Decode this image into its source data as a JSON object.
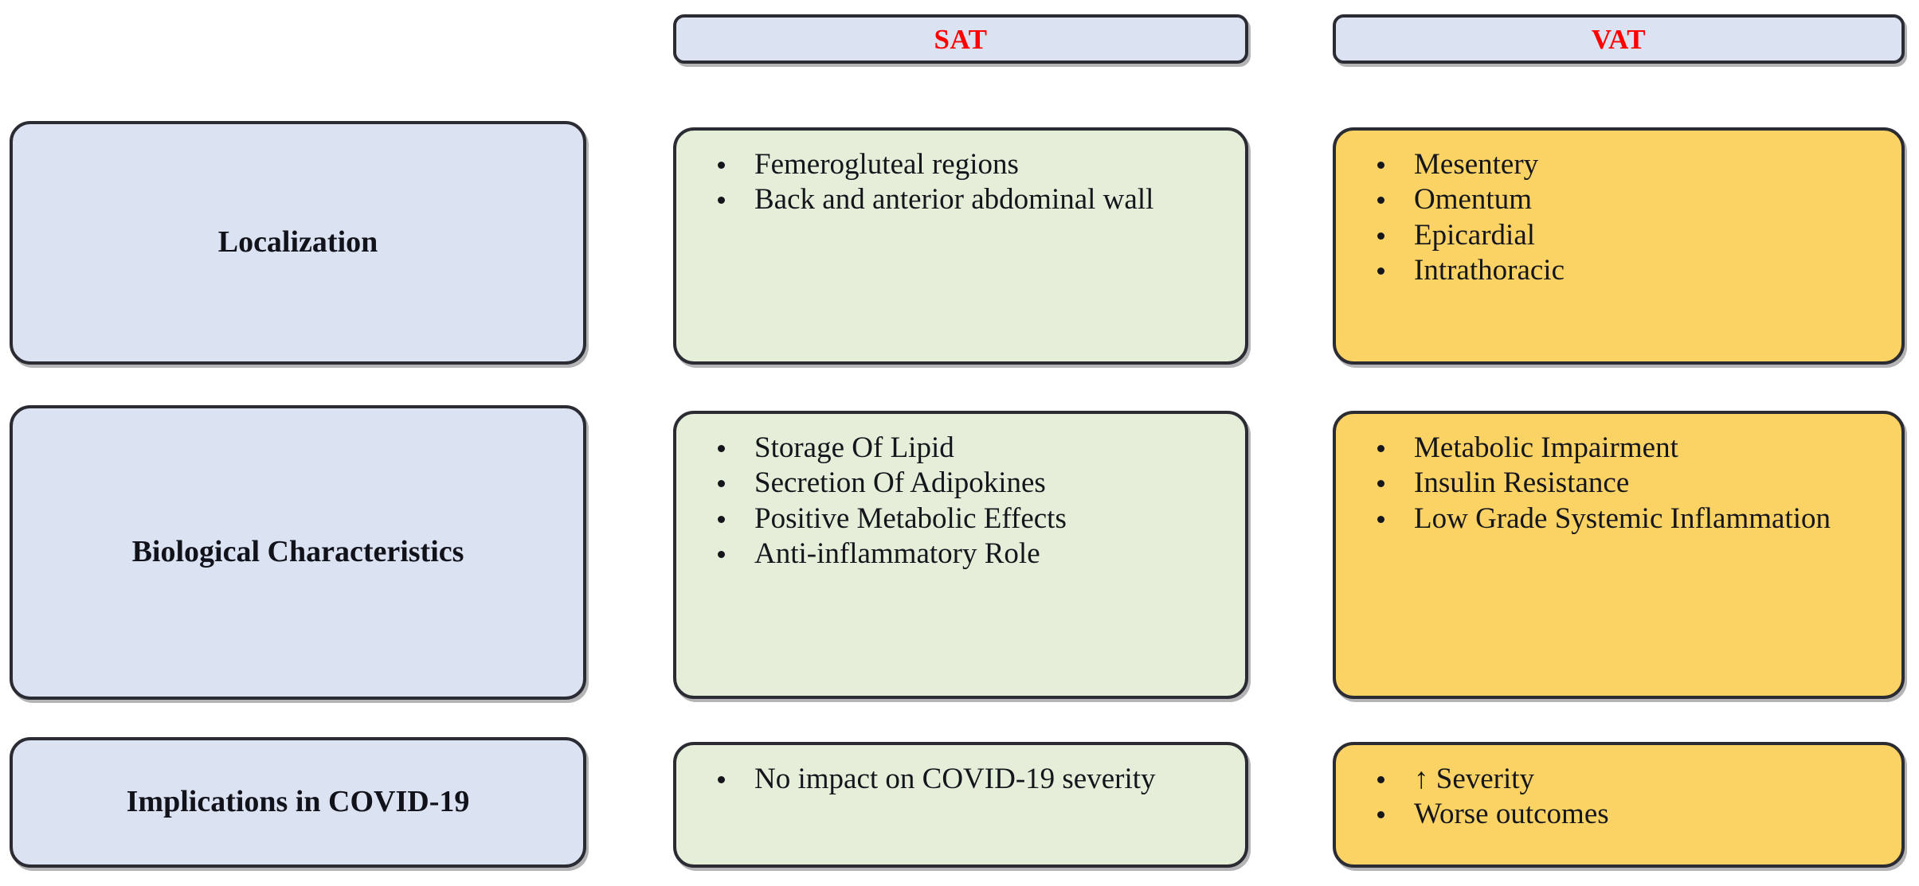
{
  "figure": {
    "type": "comparison-table-diagram",
    "colors": {
      "header_fill": "#dbe3f3",
      "header_text": "#ff0000",
      "row_label_fill": "#dbe3f3",
      "sat_fill": "#e5eed9",
      "vat_fill": "#fbd365",
      "border": "#2b2b33",
      "body_text": "#15151c"
    }
  },
  "columns": {
    "corner_spacer": "",
    "headers": [
      {
        "id": "sat",
        "label": "SAT"
      },
      {
        "id": "vat",
        "label": "VAT"
      }
    ]
  },
  "rows": [
    {
      "label": "Localization",
      "sat": [
        "Femerogluteal regions",
        "Back and anterior abdominal wall"
      ],
      "vat": [
        "Mesentery",
        "Omentum",
        "Epicardial",
        "Intrathoracic"
      ]
    },
    {
      "label": "Biological Characteristics",
      "sat": [
        "Storage Of Lipid",
        "Secretion Of Adipokines",
        "Positive Metabolic Effects",
        "Anti-inflammatory Role"
      ],
      "vat": [
        "Metabolic Impairment",
        "Insulin Resistance",
        "Low Grade Systemic Inflammation"
      ]
    },
    {
      "label": "Implications in COVID-19",
      "sat": [
        "No impact on COVID-19 severity"
      ],
      "vat": [
        "↑ Severity",
        "Worse outcomes"
      ]
    }
  ]
}
